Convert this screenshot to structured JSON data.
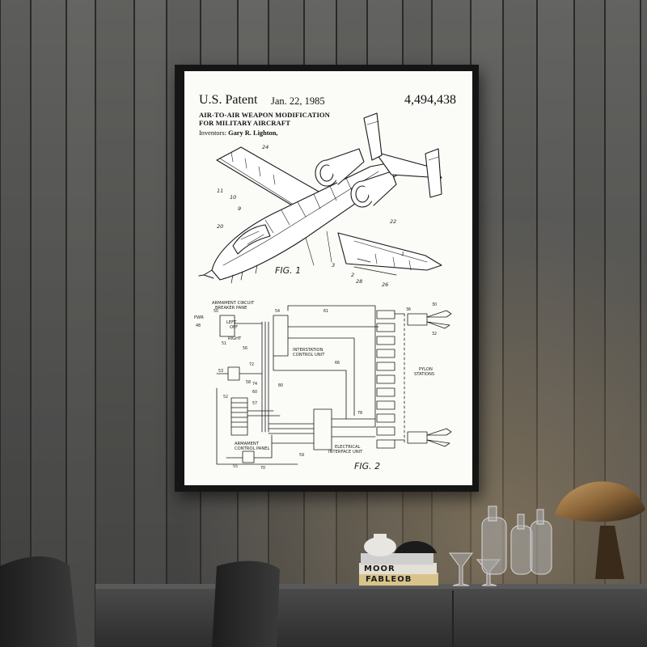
{
  "patent": {
    "title": "U.S. Patent",
    "date": "Jan. 22, 1985",
    "number": "4,494,438",
    "subtitle_line1": "AIR-TO-AIR WEAPON MODIFICATION",
    "subtitle_line2": "FOR MILITARY AIRCRAFT",
    "inventors_label": "Inventors:",
    "inventors_name": "Gary R. Lighton,"
  },
  "fig1": {
    "caption": "FIG. 1",
    "callouts": [
      "24",
      "11",
      "10",
      "9",
      "20",
      "22",
      "1",
      "3",
      "2",
      "28",
      "26"
    ]
  },
  "fig2": {
    "caption": "FIG. 2",
    "panel_breaker_line1": "ARMAMENT CIRCUIT",
    "panel_breaker_line2": "BREAKER PANE",
    "interstation_line1": "INTERSTATION",
    "interstation_line2": "CONTROL UNIT",
    "pylon_line1": "PYLON",
    "pylon_line2": "STATIONS",
    "armament_control_line1": "ARMAMENT",
    "armament_control_line2": "CONTROL PANEL",
    "electrical_line1": "ELECTRICAL",
    "electrical_line2": "INTERFACE UNIT",
    "switch_left": "LEFT",
    "switch_off": "OFF",
    "switch_right": "RIGHT",
    "pwr_label": "PWR",
    "refs": {
      "r50": "50",
      "r54": "54",
      "r51": "51",
      "r48": "48",
      "r56": "56",
      "r58": "58",
      "r53": "53",
      "r55": "55",
      "r52": "52",
      "r57": "57",
      "r60": "60",
      "r59": "59",
      "r61": "61",
      "r70": "70",
      "r72": "72",
      "r74": "74",
      "r78": "78",
      "r80": "80",
      "r30": "30",
      "r32": "32",
      "r36": "36",
      "r66": "66"
    }
  },
  "books": {
    "top_spine": "MOOR",
    "bottom_spine": "FABLEOB"
  }
}
